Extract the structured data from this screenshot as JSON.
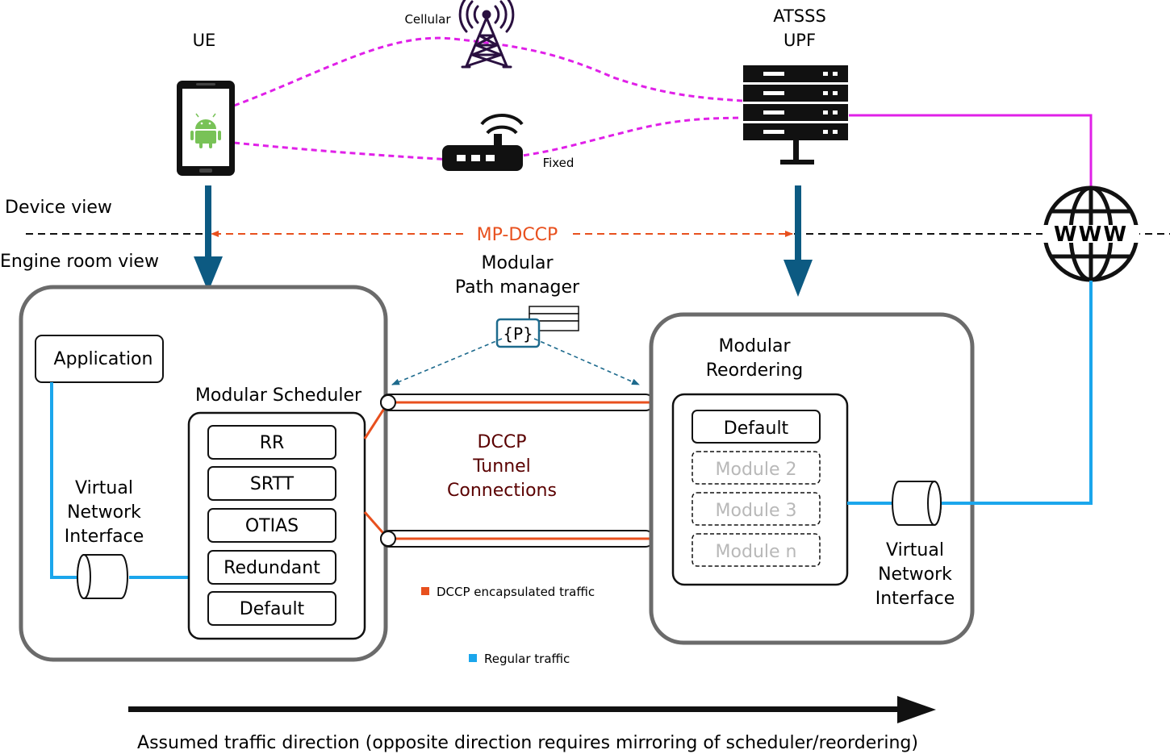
{
  "labels": {
    "ue": "UE",
    "cellular": "Cellular",
    "fixed": "Fixed",
    "atsss_line1": "ATSSS",
    "atsss_line2": "UPF",
    "device_view": "Device view",
    "engine_room_view": "Engine room view",
    "mp_dccp": "MP-DCCP",
    "path_manager_line1": "Modular",
    "path_manager_line2": "Path manager",
    "path_manager_icon": "{P}",
    "application": "Application",
    "modular_scheduler": "Modular Scheduler",
    "vni_left": [
      "Virtual",
      "Network",
      "Interface"
    ],
    "tunnel": [
      "DCCP",
      "Tunnel",
      "Connections"
    ],
    "reordering_line1": "Modular",
    "reordering_line2": "Reordering",
    "vni_right": [
      "Virtual",
      "Network",
      "Interface"
    ],
    "legend_dccp": "DCCP encapsulated traffic",
    "legend_regular": "Regular traffic",
    "traffic_direction": "Assumed traffic direction (opposite direction requires mirroring of scheduler/reordering)",
    "www": "WWW"
  },
  "schedulers": [
    "RR",
    "SRTT",
    "OTIAS",
    "Redundant",
    "Default"
  ],
  "reordering_modules": [
    {
      "label": "Default",
      "active": true
    },
    {
      "label": "Module 2",
      "active": false
    },
    {
      "label": "Module 3",
      "active": false
    },
    {
      "label": "Module n",
      "active": false
    }
  ],
  "colors": {
    "dccp_traffic": "#e8501e",
    "regular_traffic": "#1ba6ec",
    "mp_dccp": "#e8501e",
    "wireless_link": "#e020e8",
    "view_arrow": "#0c5a82",
    "path_manager": "#1d6a8d",
    "tunnel_text": "#5a0000",
    "engine_box": "#6b6b6b",
    "inactive_text": "#b8b8b8",
    "android": "#78c257"
  },
  "icons": [
    "smartphone-icon",
    "android-icon",
    "cell-tower-icon",
    "router-icon",
    "server-rack-icon",
    "globe-icon",
    "document-stack-icon",
    "cylinder-icon"
  ]
}
